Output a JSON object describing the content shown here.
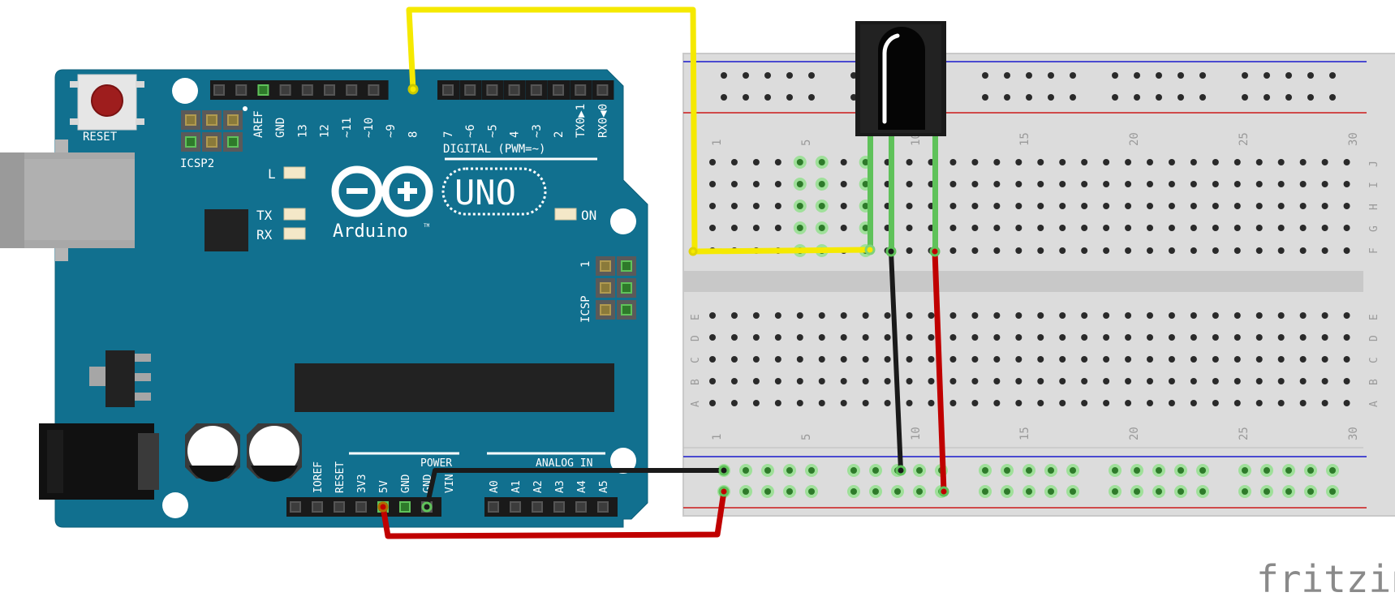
{
  "arduino": {
    "reset_label": "RESET",
    "icsp2_label": "ICSP2",
    "icsp_label": "ICSP",
    "icsp_pin1": "1",
    "logo_text": "Arduino",
    "tm": "TM",
    "model": "UNO",
    "digital_header": "DIGITAL (PWM=~)",
    "digital_pins": [
      "AREF",
      "GND",
      "13",
      "12",
      "~11",
      "~10",
      "~9",
      "8",
      "7",
      "~6",
      "~5",
      "4",
      "~3",
      "2",
      "TX0▶1",
      "RX0◀0"
    ],
    "leds": {
      "l": "L",
      "tx": "TX",
      "rx": "RX",
      "on": "ON"
    },
    "power_header": "POWER",
    "power_pins": [
      "IOREF",
      "RESET",
      "3V3",
      "5V",
      "GND",
      "GND",
      "VIN"
    ],
    "analog_header": "ANALOG IN",
    "analog_pins": [
      "A0",
      "A1",
      "A2",
      "A3",
      "A4",
      "A5"
    ]
  },
  "breadboard": {
    "col_numbers": [
      "1",
      "5",
      "10",
      "15",
      "20",
      "25",
      "30"
    ],
    "rows_top": [
      "J",
      "I",
      "H",
      "G",
      "F"
    ],
    "rows_bottom": [
      "E",
      "D",
      "C",
      "B",
      "A"
    ]
  },
  "colors": {
    "board_teal": "#11708f",
    "wire_yellow": "#f5e900",
    "wire_black": "#1a1a1a",
    "wire_red": "#c00000",
    "pin_green": "#5fc25a",
    "rail_blue": "#1a1acc",
    "rail_red": "#cc1a1a"
  },
  "watermark": "fritzing"
}
